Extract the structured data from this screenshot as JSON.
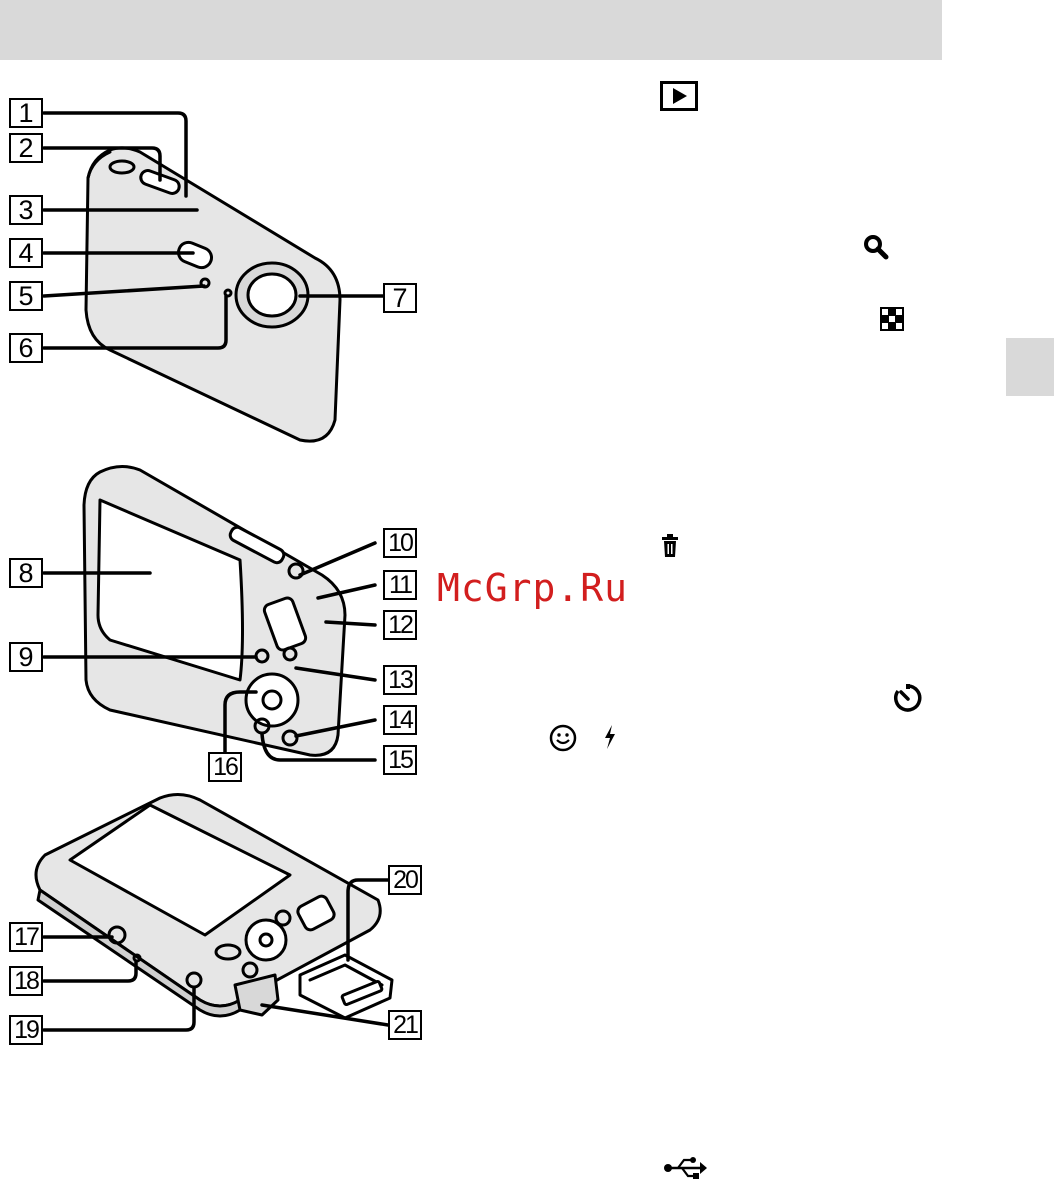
{
  "callouts": [
    "1",
    "2",
    "3",
    "4",
    "5",
    "6",
    "7",
    "8",
    "9",
    "10",
    "11",
    "12",
    "13",
    "14",
    "15",
    "16",
    "17",
    "18",
    "19",
    "20",
    "21"
  ],
  "watermark": "McGrp.Ru",
  "icons": {
    "playback": "playback-button-icon",
    "zoom": "magnifier-icon",
    "index": "index-grid-icon",
    "delete": "trash-icon",
    "self_timer": "self-timer-icon",
    "smile": "smile-icon",
    "flash": "flash-icon",
    "usb": "usb-icon"
  },
  "colors": {
    "header": "#d9d9d9",
    "watermark": "#d21e1e"
  }
}
